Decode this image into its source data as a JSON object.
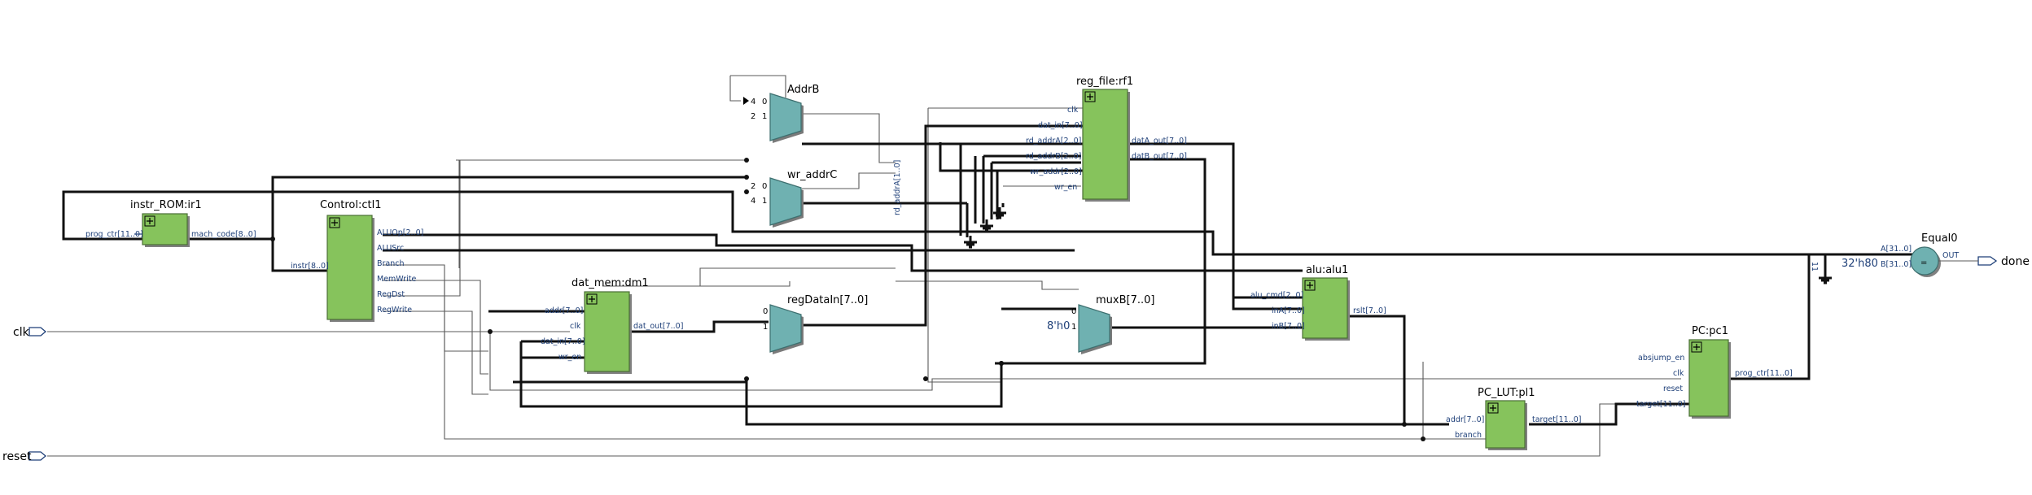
{
  "io": {
    "clk": "clk",
    "reset": "reset",
    "done": "done"
  },
  "blocks": {
    "instr_rom": {
      "title": "instr_ROM:ir1",
      "in_prog_ctr": "prog_ctr[11..0]",
      "out_mach_code": "mach_code[8..0]"
    },
    "control": {
      "title": "Control:ctl1",
      "in_instr": "instr[8..0]",
      "out_aluop": "ALUOp[2..0]",
      "out_alusrc": "ALUSrc",
      "out_branch": "Branch",
      "out_memwrite": "MemWrite",
      "out_regdst": "RegDst",
      "out_regwrite": "RegWrite"
    },
    "dat_mem": {
      "title": "dat_mem:dm1",
      "in_addr": "addr[7..0]",
      "in_clk": "clk",
      "in_dat_in": "dat_in[7..0]",
      "in_wr_en": "wr_en",
      "out_dat_out": "dat_out[7..0]"
    },
    "reg_file": {
      "title": "reg_file:rf1",
      "in_clk": "clk",
      "in_dat_in": "dat_in[7..0]",
      "in_rd_addra": "rd_addrA[2..0]",
      "in_rd_addrb": "rd_addrB[2..0]",
      "in_wr_addr": "wr_addr[2..0]",
      "in_wr_en": "wr_en",
      "out_data": "datA_out[7..0]",
      "out_datb": "datB_out[7..0]"
    },
    "alu": {
      "title": "alu:alu1",
      "in_alu_cmd": "alu_cmd[2..0]",
      "in_ina": "inA[7..0]",
      "in_inb": "inB[7..0]",
      "out_rslt": "rslt[7..0]"
    },
    "pc": {
      "title": "PC:pc1",
      "in_absjump": "absjump_en",
      "in_clk": "clk",
      "in_reset": "reset",
      "in_target": "target[11..0]",
      "out_prog_ctr": "prog_ctr[11..0]"
    },
    "pc_lut": {
      "title": "PC_LUT:pl1",
      "in_addr": "addr[7..0]",
      "in_branch": "branch",
      "out_target": "target[11..0]"
    }
  },
  "muxes": {
    "addrb": {
      "title": "AddrB",
      "in0_val": "4",
      "in0_sel": "0",
      "in1_val": "2",
      "in1_sel": "1"
    },
    "wr_addrc": {
      "title": "wr_addrC",
      "in0_val": "2",
      "in0_sel": "0",
      "in1_val": "4",
      "in1_sel": "1"
    },
    "regdatain": {
      "title": "regDataIn[7..0]",
      "in0_sel": "0",
      "in1_sel": "1"
    },
    "muxb": {
      "title": "muxB[7..0]",
      "in0_sel": "0",
      "in1_sel": "1",
      "const": "8'h0"
    }
  },
  "equal": {
    "title": "Equal0",
    "in_a": "A[31..0]",
    "in_b": "B[31..0]",
    "out": "OUT",
    "const": "32'h80",
    "bus_label": "11"
  },
  "wire_labels": {
    "rd_addr_bus": "rd_addrA[1..0]"
  }
}
